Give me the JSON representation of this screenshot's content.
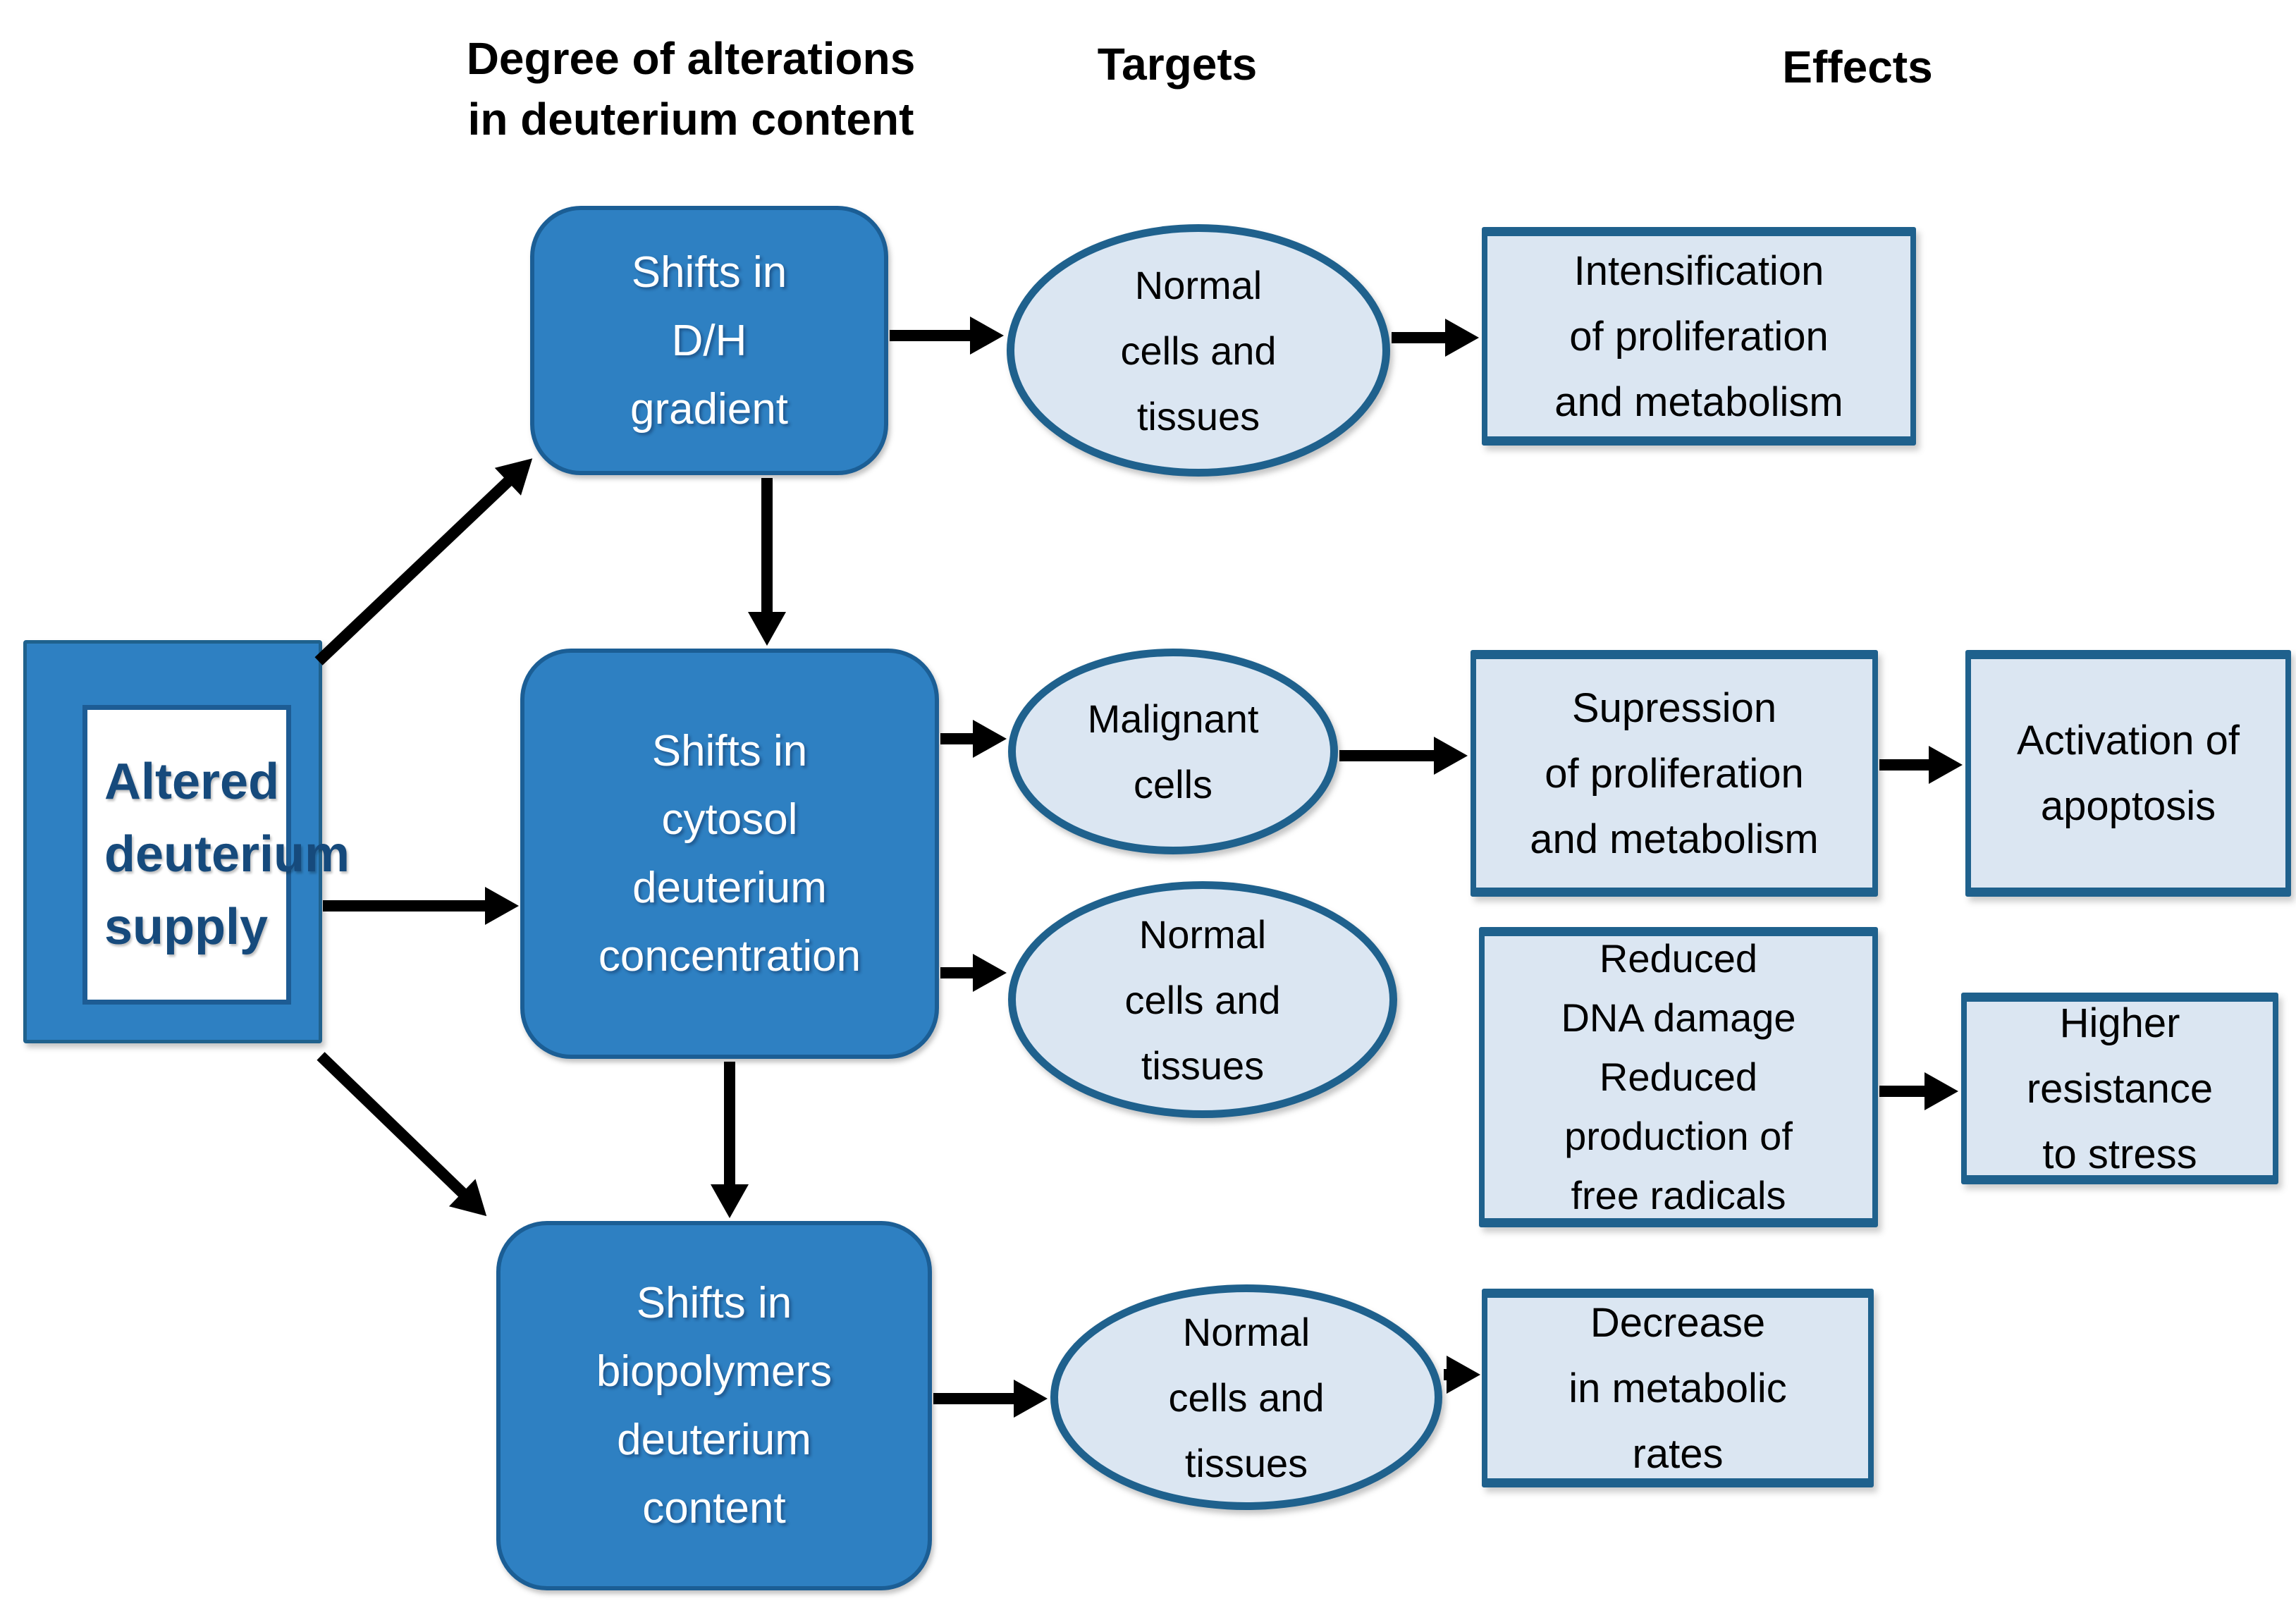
{
  "colors": {
    "box_blue": "#2e80c2",
    "box_blue_border": "#1b5e95",
    "light_fill": "#dbe6f2",
    "dark_border": "#1f618d",
    "source_text": "#164a7c",
    "arrow": "#000000",
    "background": "#ffffff"
  },
  "headers": {
    "alterations": "Degree of alterations\nin deuterium content",
    "targets": "Targets",
    "effects": "Effects"
  },
  "source": {
    "label": "Altered\ndeuterium\nsupply"
  },
  "alterations": [
    {
      "id": "shifts-dh-gradient",
      "label": "Shifts in\nD/H\ngradient"
    },
    {
      "id": "shifts-cytosol",
      "label": "Shifts in\ncytosol\ndeuterium\nconcentration"
    },
    {
      "id": "shifts-biopolymers",
      "label": "Shifts in\nbiopolymers\ndeuterium\ncontent"
    }
  ],
  "targets": [
    {
      "id": "normal-cells-1",
      "label": "Normal\ncells and\ntissues"
    },
    {
      "id": "malignant-cells",
      "label": "Malignant\ncells"
    },
    {
      "id": "normal-cells-2",
      "label": "Normal\ncells and\ntissues"
    },
    {
      "id": "normal-cells-3",
      "label": "Normal\ncells and\ntissues"
    }
  ],
  "effects": [
    {
      "id": "intensification",
      "label": "Intensification\nof proliferation\nand metabolism"
    },
    {
      "id": "supression",
      "label": "Supression\nof proliferation\nand metabolism"
    },
    {
      "id": "activation-apoptosis",
      "label": "Activation of\napoptosis"
    },
    {
      "id": "reduced-dna-damage",
      "label": "Reduced\nDNA damage\nReduced\nproduction of\nfree radicals"
    },
    {
      "id": "higher-resistance",
      "label": "Higher\nresistance\nto stress"
    },
    {
      "id": "decrease-metabolic",
      "label": "Decrease\nin metabolic\nrates"
    }
  ],
  "edges": [
    {
      "from": "altered-deuterium-supply",
      "to": "shifts-dh-gradient"
    },
    {
      "from": "altered-deuterium-supply",
      "to": "shifts-cytosol"
    },
    {
      "from": "altered-deuterium-supply",
      "to": "shifts-biopolymers"
    },
    {
      "from": "shifts-dh-gradient",
      "to": "shifts-cytosol"
    },
    {
      "from": "shifts-cytosol",
      "to": "shifts-biopolymers"
    },
    {
      "from": "shifts-dh-gradient",
      "to": "normal-cells-1"
    },
    {
      "from": "normal-cells-1",
      "to": "intensification"
    },
    {
      "from": "shifts-cytosol",
      "to": "malignant-cells"
    },
    {
      "from": "malignant-cells",
      "to": "supression"
    },
    {
      "from": "supression",
      "to": "activation-apoptosis"
    },
    {
      "from": "shifts-cytosol",
      "to": "normal-cells-2"
    },
    {
      "from": "normal-cells-2",
      "to": "reduced-dna-damage"
    },
    {
      "from": "reduced-dna-damage",
      "to": "higher-resistance"
    },
    {
      "from": "shifts-biopolymers",
      "to": "normal-cells-3"
    },
    {
      "from": "normal-cells-3",
      "to": "decrease-metabolic"
    }
  ]
}
